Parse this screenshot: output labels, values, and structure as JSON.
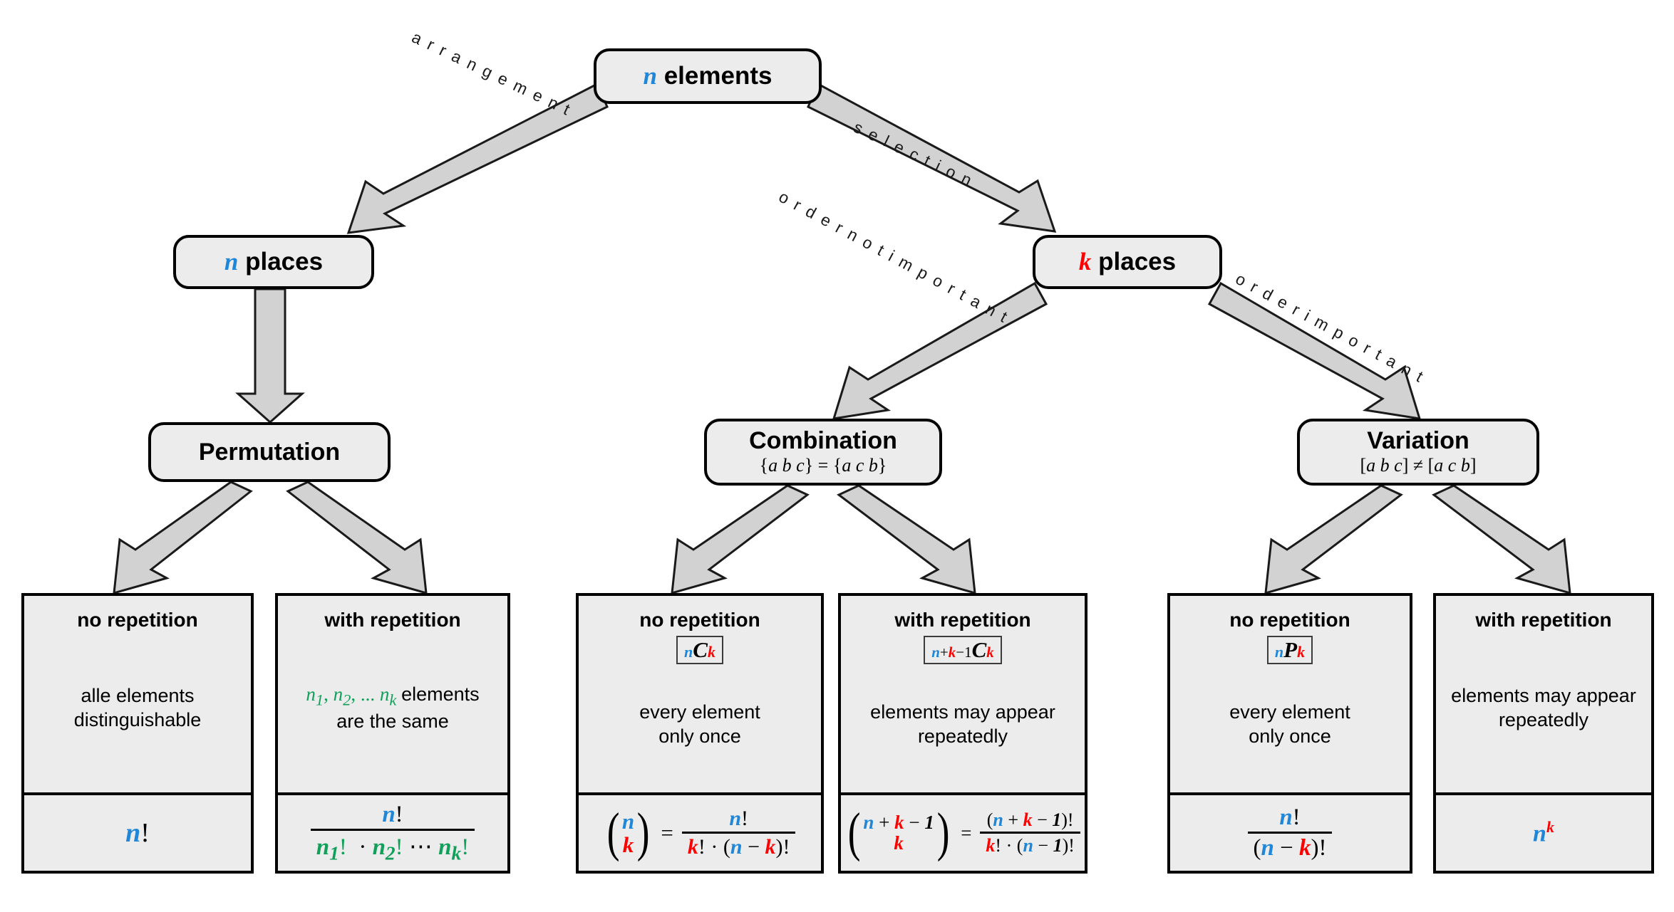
{
  "diagram": {
    "title": "Combinatorics decision tree",
    "colors": {
      "n": "#1f86d8",
      "k": "#ff0000",
      "ni": "#11a05a",
      "node_fill": "#ececec",
      "arrow_fill": "#d2d2d2",
      "stroke": "#000000"
    }
  },
  "nodes": {
    "root": {
      "var": "n",
      "label": "elements"
    },
    "n_places": {
      "var": "n",
      "label": "places"
    },
    "k_places": {
      "var": "k",
      "label": "places"
    },
    "permutation": {
      "title": "Permutation",
      "equation": ""
    },
    "combination": {
      "title": "Combination",
      "equation": "{a b c} = {a c b}"
    },
    "variation": {
      "title": "Variation",
      "equation": "[a b c] ≠ [a c b]"
    }
  },
  "edges": {
    "arrangement": "a r r a n g e m e n t",
    "selection": "s e l e c t i o n",
    "order_not_important": "o r d e r  n o t  i m p o r t a n t",
    "order_important": "o r d e r  i m p o r t a n t"
  },
  "leaves": [
    {
      "id": "permutation-no-repetition",
      "head": "no repetition",
      "symbol": "",
      "desc_line1": "alle elements",
      "desc_line2": "distinguishable",
      "formula": "n!"
    },
    {
      "id": "permutation-with-repetition",
      "head": "with repetition",
      "symbol": "",
      "desc_line1": "n1, n2, ... nk elements",
      "desc_line2": "are the same",
      "formula": "n! / (n1! · n2! ⋯ nk!)"
    },
    {
      "id": "combination-no-repetition",
      "head": "no repetition",
      "symbol": "nCk",
      "desc_line1": "every element",
      "desc_line2": "only once",
      "formula": "(n choose k) = n! / (k! · (n − k)!)"
    },
    {
      "id": "combination-with-repetition",
      "head": "with repetition",
      "symbol": "n+k-1Ck",
      "desc_line1": "elements may appear",
      "desc_line2": "repeatedly",
      "formula": "(n+k−1 choose k) = (n + k − 1)! / (k! · (n − 1)!)"
    },
    {
      "id": "variation-no-repetition",
      "head": "no repetition",
      "symbol": "nPk",
      "desc_line1": "every element",
      "desc_line2": "only once",
      "formula": "n! / (n − k)!"
    },
    {
      "id": "variation-with-repetition",
      "head": "with repetition",
      "symbol": "",
      "desc_line1": "elements may appear",
      "desc_line2": "repeatedly",
      "formula": "n^k"
    }
  ],
  "symbols": {
    "n": "n",
    "k": "k",
    "one": "1",
    "C": "C",
    "P": "P",
    "fact": "!",
    "plus": "+",
    "minus": "−",
    "dot": "·",
    "eq": "=",
    "dots": "⋯",
    "n1": "n",
    "n2": "n",
    "nk": "n",
    "s1": "1",
    "s2": "2",
    "sk": "k"
  }
}
